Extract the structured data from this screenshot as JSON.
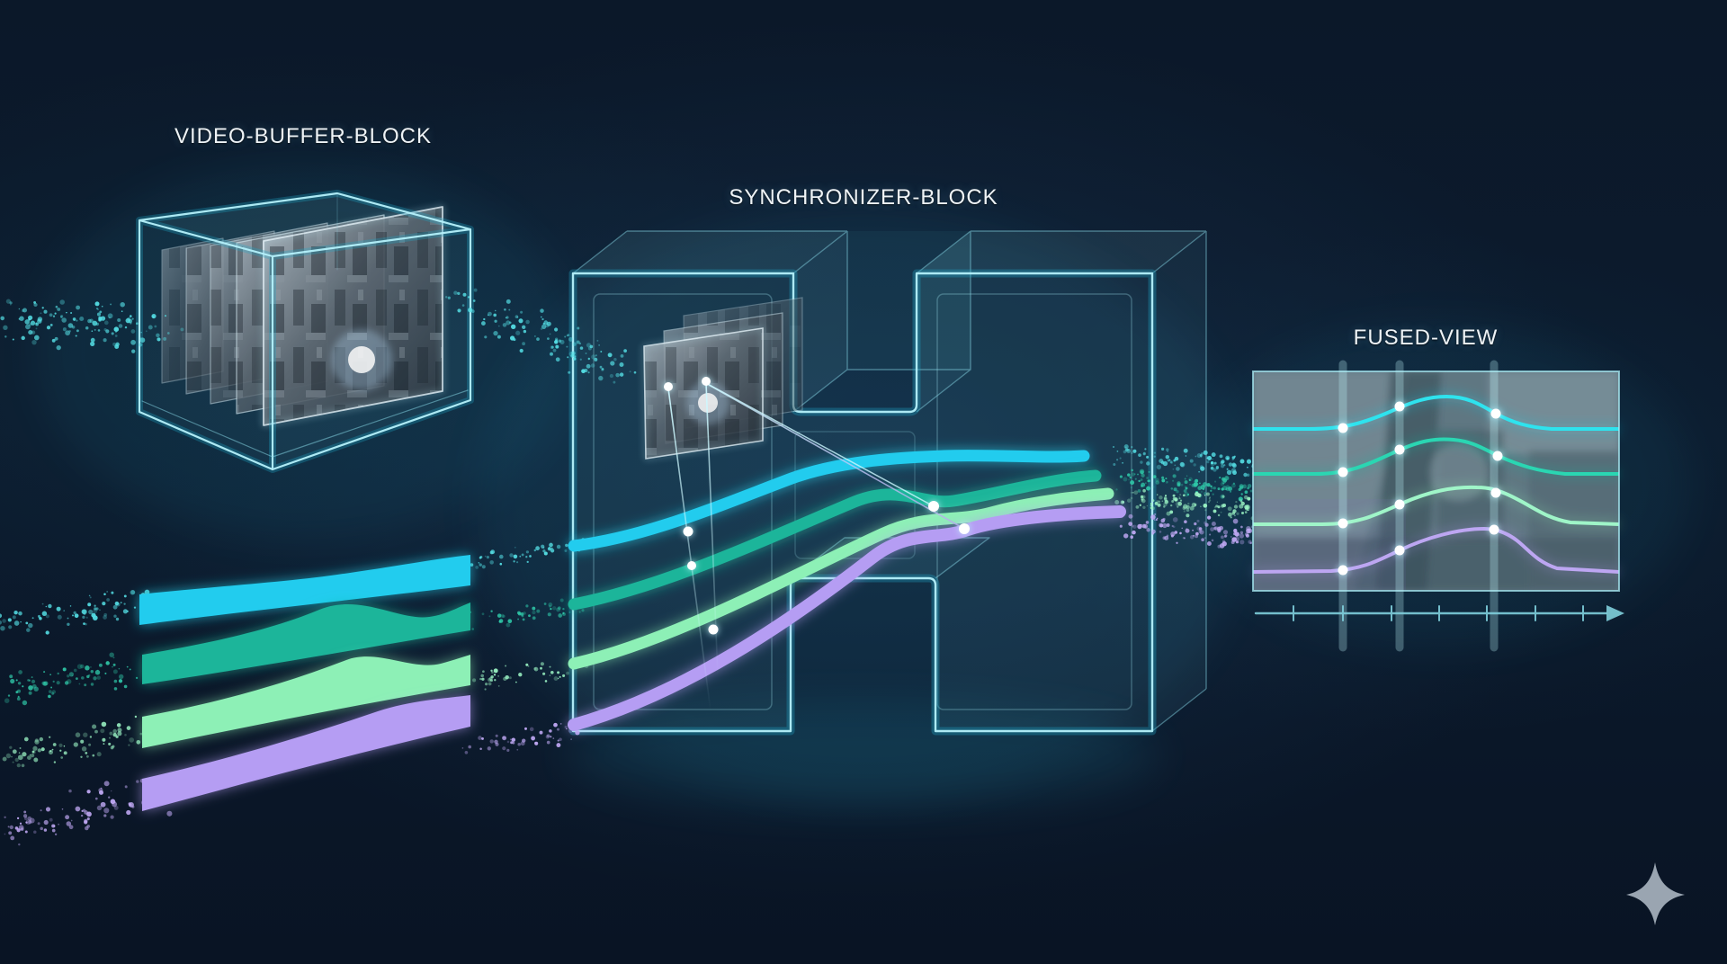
{
  "labels": {
    "video_buffer": "VIDEO-BUFFER-BLOCK",
    "synchronizer": "SYNCHRONIZER-BLOCK",
    "fused_view": "FUSED-VIEW"
  },
  "colors": {
    "background": "#0b1829",
    "wireframe_bright": "#b5f1fb",
    "wireframe_glow": "#1fa8c9",
    "stream_cyan": "#23ccee",
    "stream_teal": "#1db59a",
    "stream_mint": "#8df0b6",
    "stream_purple": "#b59df3",
    "particle_cyan": "#55e0e6",
    "particle_teal": "#2fc8a8",
    "particle_mint": "#9bf4c4",
    "particle_purple": "#c2aaf6",
    "curve_cyan": "#2fe3ee",
    "curve_teal": "#2cd6b2",
    "curve_mint": "#9ff5c8",
    "curve_purple": "#bda6f2",
    "marker_line": "#c2f9ff",
    "axis": "#7fcfdc",
    "dot": "#ffffff",
    "connector_cyan": "#cdf8ff",
    "connector_purple": "#b9a3f0",
    "label_text": "#eef3f6",
    "sparkle": "#9aa5b1",
    "frame_border": "#dcf0f8"
  },
  "icons": {
    "sparkle": "four-pointed-star",
    "axis_arrow": "right-arrowhead"
  },
  "fused_view_chart": {
    "type": "line",
    "description": "Four synchronized signal curves overlaid on a video still; three glowing vertical sync markers with dots at each curve crossing; unlabeled time axis below with arrowhead",
    "series": [
      {
        "name": "stream-1-cyan",
        "baseline_y": 477,
        "peak_y": 441,
        "marker_dot_y": [
          476,
          452,
          460
        ]
      },
      {
        "name": "stream-2-teal",
        "baseline_y": 527,
        "peak_y": 489,
        "marker_dot_y": [
          525,
          500,
          507
        ]
      },
      {
        "name": "stream-3-mint",
        "baseline_y": 583,
        "peak_y": 542,
        "marker_dot_y": [
          582,
          561,
          548
        ]
      },
      {
        "name": "stream-4-purple",
        "baseline_y": 636,
        "peak_y": 588,
        "marker_dot_y": [
          634,
          612,
          589
        ]
      }
    ],
    "marker_lines_x": [
      1493,
      1556,
      1661
    ],
    "axis_ticks_x": [
      1438,
      1493,
      1547,
      1600,
      1653,
      1707,
      1760
    ],
    "legend": "none",
    "grid": "vertical-markers-only"
  }
}
